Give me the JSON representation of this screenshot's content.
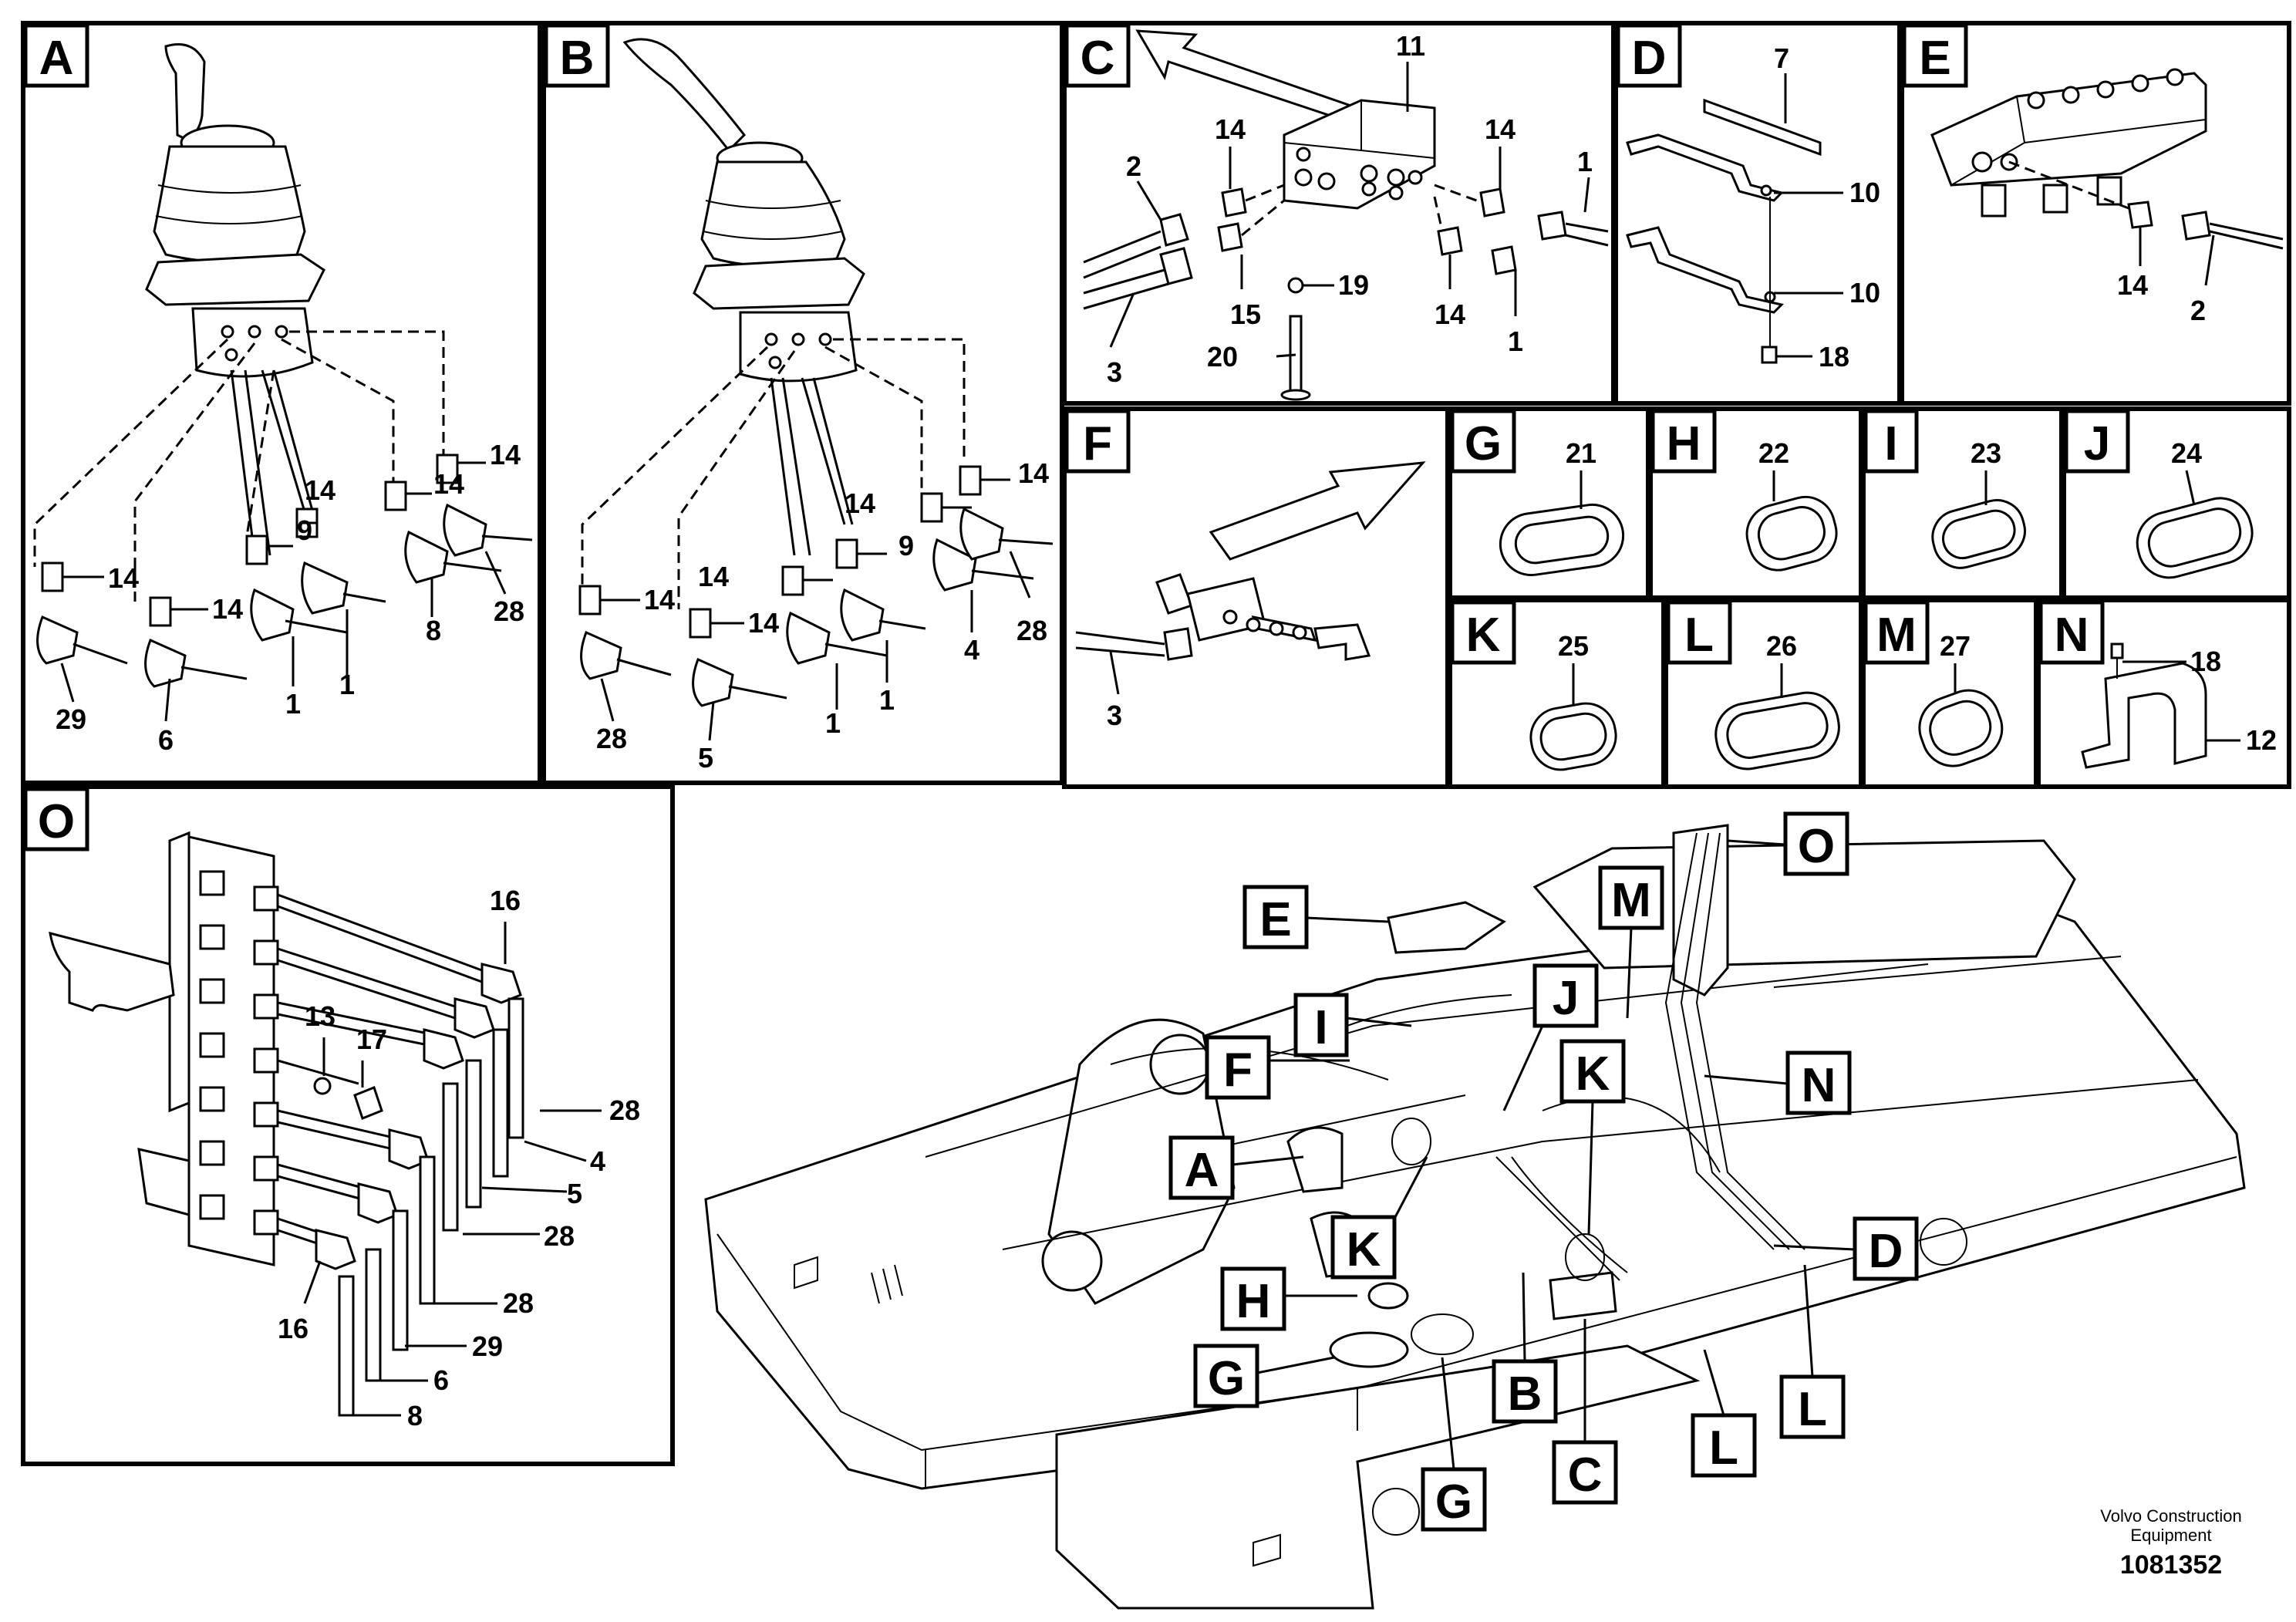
{
  "panels": {
    "A": {
      "letter": "A",
      "callouts": [
        "14",
        "14",
        "9",
        "14",
        "14",
        "14",
        "29",
        "6",
        "1",
        "1",
        "8",
        "28"
      ]
    },
    "B": {
      "letter": "B",
      "callouts": [
        "14",
        "14",
        "9",
        "14",
        "14",
        "14",
        "28",
        "5",
        "1",
        "1",
        "4",
        "28"
      ]
    },
    "C": {
      "letter": "C",
      "callouts": [
        "11",
        "14",
        "14",
        "2",
        "1",
        "15",
        "19",
        "14",
        "1",
        "3",
        "20"
      ]
    },
    "D": {
      "letter": "D",
      "callouts": [
        "7",
        "10",
        "10",
        "18"
      ]
    },
    "E": {
      "letter": "E",
      "callouts": [
        "14",
        "2"
      ]
    },
    "F": {
      "letter": "F",
      "callouts": [
        "3"
      ]
    },
    "G": {
      "letter": "G",
      "callouts": [
        "21"
      ]
    },
    "H": {
      "letter": "H",
      "callouts": [
        "22"
      ]
    },
    "I": {
      "letter": "I",
      "callouts": [
        "23"
      ]
    },
    "J": {
      "letter": "J",
      "callouts": [
        "24"
      ]
    },
    "K": {
      "letter": "K",
      "callouts": [
        "25"
      ]
    },
    "L": {
      "letter": "L",
      "callouts": [
        "26"
      ]
    },
    "M": {
      "letter": "M",
      "callouts": [
        "27"
      ]
    },
    "N": {
      "letter": "N",
      "callouts": [
        "18",
        "12"
      ]
    },
    "O": {
      "letter": "O",
      "callouts": [
        "16",
        "13",
        "17",
        "28",
        "4",
        "5",
        "28",
        "28",
        "29",
        "6",
        "8",
        "16"
      ]
    }
  },
  "overview_labels": [
    "E",
    "I",
    "F",
    "A",
    "K",
    "H",
    "G",
    "G",
    "B",
    "C",
    "L",
    "L",
    "D",
    "N",
    "K",
    "J",
    "M",
    "O"
  ],
  "footer": {
    "company_line1": "Volvo Construction",
    "company_line2": "Equipment",
    "drawing_number": "1081352"
  }
}
